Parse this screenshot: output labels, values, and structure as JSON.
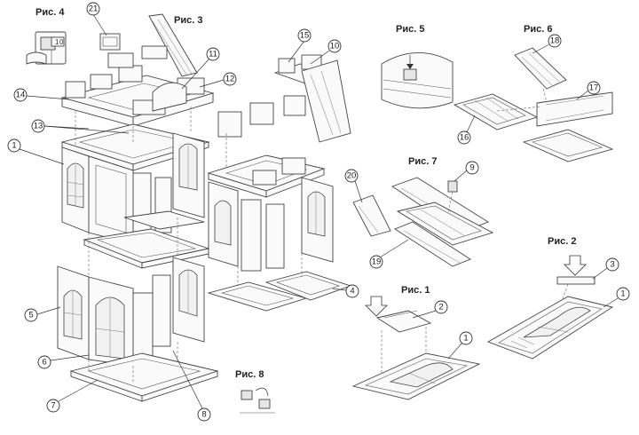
{
  "figure_titles": {
    "fig1": "Рис. 1",
    "fig2": "Рис. 2",
    "fig3": "Рис. 3",
    "fig4": "Рис. 4",
    "fig5": "Рис. 5",
    "fig6": "Рис. 6",
    "fig7": "Рис. 7",
    "fig8": "Рис. 8"
  },
  "callouts": {
    "c1_main_upper": "1",
    "c1_fig1": "1",
    "c1_fig2": "1",
    "c2": "2",
    "c3": "3",
    "c4": "4",
    "c5": "5",
    "c6": "6",
    "c7": "7",
    "c8": "8",
    "c9": "9",
    "c10": "10",
    "c11": "11",
    "c12": "12",
    "c13": "13",
    "c14": "14",
    "c15": "15",
    "c16": "16",
    "c17": "17",
    "c18": "18",
    "c19": "19",
    "c20": "20",
    "c21": "21"
  },
  "fig4_detail": {
    "digit_a": "1",
    "digit_b": "0"
  },
  "colors": {
    "line": "#444444",
    "panel_fill": "#fafafa",
    "background": "#ffffff"
  }
}
